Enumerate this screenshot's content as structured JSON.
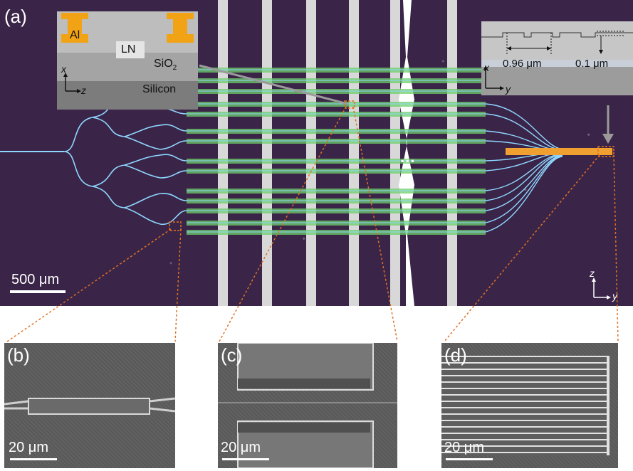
{
  "panel_a": {
    "label": "(a)",
    "inset_left": {
      "al": "Al",
      "ln": "LN",
      "sio2_main": "SiO",
      "sio2_sub": "2",
      "silicon": "Silicon",
      "axis_x": "x",
      "axis_z": "z"
    },
    "inset_right": {
      "width_label": "0.96 μm",
      "depth_label": "0.1 μm",
      "axis_x": "x",
      "axis_y": "y"
    },
    "scale_label": "500 μm",
    "ellipsis": "...",
    "axes": {
      "z": "z",
      "y": "y"
    }
  },
  "panel_b": {
    "label": "(b)",
    "scale_label": "20 μm"
  },
  "panel_c": {
    "label": "(c)",
    "scale_label": "20 μm"
  },
  "panel_d": {
    "label": "(d)",
    "scale_label": "20 μm"
  },
  "colors": {
    "substrate": "#3a2548",
    "waveguide": "#8fd7ff",
    "electrode": "#dcdcdc",
    "highlight": "#f0a030",
    "zoom_line": "#e07020"
  }
}
